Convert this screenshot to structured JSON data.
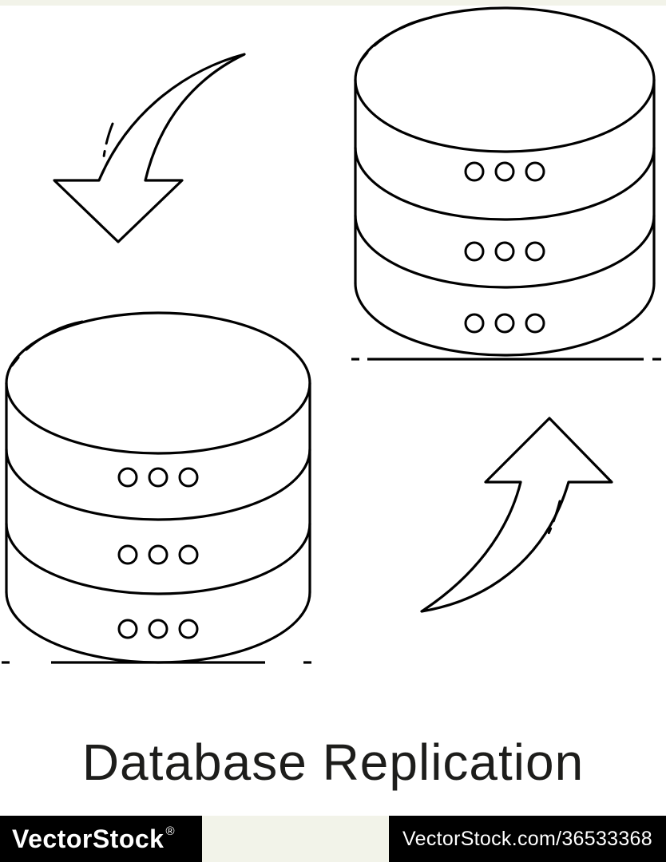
{
  "page": {
    "background": "#ffffff",
    "strip_color": "#f2f3e9"
  },
  "title": {
    "text": "Database Replication",
    "color": "#1d1d1b"
  },
  "diagram": {
    "line_color": "#000000",
    "icons": [
      {
        "name": "curved-arrow-down-icon",
        "position": "top-left"
      },
      {
        "name": "database-cylinder-icon",
        "position": "top-right",
        "layers": 3,
        "dots_per_layer": 3
      },
      {
        "name": "database-cylinder-icon",
        "position": "bottom-left",
        "layers": 3,
        "dots_per_layer": 3
      },
      {
        "name": "curved-arrow-up-icon",
        "position": "bottom-right"
      }
    ]
  },
  "watermark": {
    "left_brand": "VectorStock",
    "left_mark": "®",
    "right_credit": "VectorStock.com/36533368",
    "bar_color": "#000000",
    "text_color": "#ffffff"
  }
}
